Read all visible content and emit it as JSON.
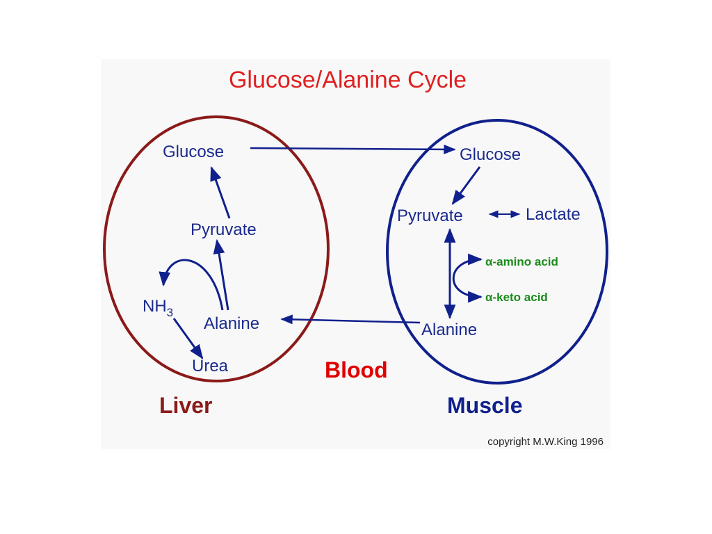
{
  "title": "Glucose/Alanine Cycle",
  "liver": {
    "label": "Liver",
    "glucose": "Glucose",
    "pyruvate": "Pyruvate",
    "nh3_base": "NH",
    "nh3_sub": "3",
    "alanine": "Alanine",
    "urea": "Urea"
  },
  "blood": {
    "label": "Blood"
  },
  "muscle": {
    "label": "Muscle",
    "glucose": "Glucose",
    "pyruvate": "Pyruvate",
    "lactate": "Lactate",
    "amino_acid": "α-amino acid",
    "keto_acid": "α-keto acid",
    "alanine": "Alanine"
  },
  "copyright": "copyright M.W.King 1996",
  "colors": {
    "panel_bg": "#f8f8f8",
    "title": "#e02020",
    "liver_circle": "#8b1a1a",
    "liver_label": "#8b1a1a",
    "muscle_circle": "#10208c",
    "muscle_label": "#10208c",
    "metabolite_text": "#1a2a8c",
    "arrows": "#10208c",
    "blood": "#e00000",
    "acids": "#1a8a1a",
    "copyright": "#222222"
  }
}
